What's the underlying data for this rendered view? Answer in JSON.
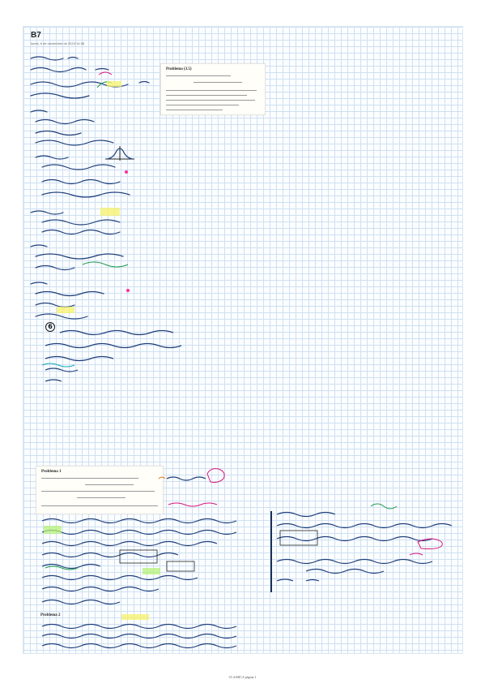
{
  "document": {
    "section_title": "B7",
    "datetime": "lunes, 6 de noviembre de 2023 14:38",
    "footer": "CLASSICA página 1"
  },
  "problem_box_1": {
    "title": "Problema (3.5)"
  },
  "problem_box_2": {
    "title": "Problema 1"
  },
  "problem_box_3": {
    "title": "Problema 2"
  },
  "annotations": {
    "circled_number": "6",
    "highlight_color_yellow": "#f7f26a",
    "highlight_color_green": "#b7f07a",
    "highlight_color_cyan": "#9ff0ee",
    "ink_color_dark": "#1f3f7a",
    "ink_color_pink": "#ff2f9a"
  }
}
